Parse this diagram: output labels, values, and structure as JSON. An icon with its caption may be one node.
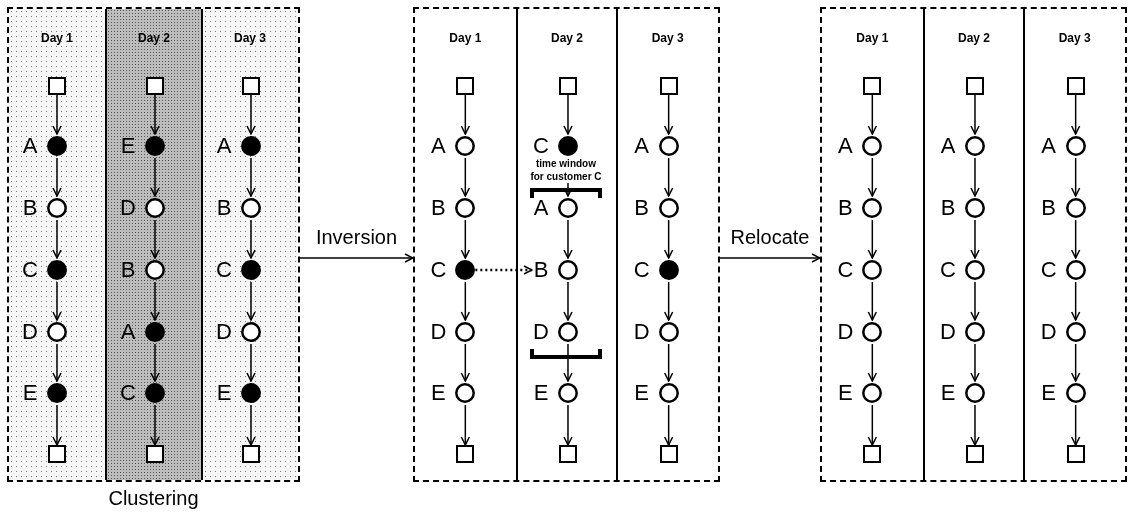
{
  "diagram": {
    "nodes": [
      {
        "text": [],
        "shape": "box",
        "beside": [
          "Clustering"
        ]
      },
      {
        "text": [
          "Day 1"
        ],
        "in": 0
      },
      {
        "text": [],
        "shape": "box",
        "in": 1
      },
      {
        "text": [
          "A"
        ],
        "in": 1
      },
      {
        "text": [
          "B"
        ],
        "in": 1
      },
      {
        "text": [
          "C"
        ],
        "in": 1
      },
      {
        "text": [
          "D"
        ],
        "in": 1
      },
      {
        "text": [
          "E"
        ],
        "in": 1
      },
      {
        "text": [],
        "shape": "box",
        "in": 1
      },
      {
        "text": [
          "Day 2"
        ],
        "in": 0
      },
      {
        "text": [],
        "shape": "box",
        "in": 9
      },
      {
        "text": [
          "E"
        ],
        "in": 9
      },
      {
        "text": [
          "D"
        ],
        "in": 9
      },
      {
        "text": [
          "B"
        ],
        "in": 9
      },
      {
        "text": [
          "A"
        ],
        "in": 9
      },
      {
        "text": [
          "C"
        ],
        "in": 9
      },
      {
        "text": [],
        "shape": "box",
        "in": 9
      },
      {
        "text": [
          "Day 3"
        ],
        "in": 0
      },
      {
        "text": [],
        "shape": "box",
        "in": 17
      },
      {
        "text": [
          "A"
        ],
        "in": 17
      },
      {
        "text": [
          "B"
        ],
        "in": 17
      },
      {
        "text": [
          "C"
        ],
        "in": 17
      },
      {
        "text": [
          "D"
        ],
        "in": 17
      },
      {
        "text": [
          "E"
        ],
        "in": 17
      },
      {
        "text": [],
        "shape": "box",
        "in": 17
      },
      {
        "text": [],
        "shape": "box"
      },
      {
        "text": [
          "Day 1"
        ],
        "in": 25
      },
      {
        "text": [],
        "shape": "box",
        "in": 26
      },
      {
        "text": [
          "A"
        ],
        "in": 26
      },
      {
        "text": [
          "B"
        ],
        "in": 26
      },
      {
        "text": [
          "C"
        ],
        "in": 26
      },
      {
        "text": [
          "D"
        ],
        "in": 26
      },
      {
        "text": [
          "E"
        ],
        "in": 26
      },
      {
        "text": [],
        "shape": "box",
        "in": 26
      },
      {
        "text": [
          "Day 2"
        ],
        "in": 25
      },
      {
        "text": [],
        "shape": "box",
        "in": 34
      },
      {
        "text": [
          "C"
        ],
        "in": 34
      },
      {
        "text": [
          "A"
        ],
        "in": 34
      },
      {
        "text": [
          "B"
        ],
        "in": 34
      },
      {
        "text": [
          "D"
        ],
        "in": 34
      },
      {
        "text": [
          "E"
        ],
        "in": 34
      },
      {
        "text": [],
        "shape": "box",
        "in": 34
      },
      {
        "text": [
          "Day 3"
        ],
        "in": 25
      },
      {
        "text": [],
        "shape": "box",
        "in": 42
      },
      {
        "text": [
          "A"
        ],
        "in": 42
      },
      {
        "text": [
          "B"
        ],
        "in": 42
      },
      {
        "text": [
          "C"
        ],
        "in": 42
      },
      {
        "text": [
          "D"
        ],
        "in": 42
      },
      {
        "text": [
          "E"
        ],
        "in": 42
      },
      {
        "text": [],
        "shape": "box",
        "in": 42
      },
      {
        "text": [],
        "shape": "box"
      },
      {
        "text": [
          "Day 1"
        ],
        "in": 50
      },
      {
        "text": [],
        "shape": "box",
        "in": 51
      },
      {
        "text": [
          "A"
        ],
        "in": 51
      },
      {
        "text": [
          "B"
        ],
        "in": 51
      },
      {
        "text": [
          "C"
        ],
        "in": 51
      },
      {
        "text": [
          "D"
        ],
        "in": 51
      },
      {
        "text": [
          "E"
        ],
        "in": 51
      },
      {
        "text": [],
        "shape": "box",
        "in": 51
      },
      {
        "text": [
          "Day 2"
        ],
        "in": 50
      },
      {
        "text": [],
        "shape": "box",
        "in": 59
      },
      {
        "text": [
          "A"
        ],
        "in": 59
      },
      {
        "text": [
          "B"
        ],
        "in": 59
      },
      {
        "text": [
          "C"
        ],
        "in": 59
      },
      {
        "text": [
          "D"
        ],
        "in": 59
      },
      {
        "text": [
          "E"
        ],
        "in": 59
      },
      {
        "text": [],
        "shape": "box",
        "in": 59
      },
      {
        "text": [
          "Day 3"
        ],
        "in": 50
      },
      {
        "text": [],
        "shape": "box",
        "in": 67
      },
      {
        "text": [
          "A"
        ],
        "in": 67
      },
      {
        "text": [
          "B"
        ],
        "in": 67
      },
      {
        "text": [
          "C"
        ],
        "in": 67
      },
      {
        "text": [
          "D"
        ],
        "in": 67
      },
      {
        "text": [
          "E"
        ],
        "in": 67
      },
      {
        "text": [],
        "shape": "box",
        "in": 67
      }
    ],
    "edges": [
      {
        "from": 2,
        "to": 3,
        "arrow": "to"
      },
      {
        "from": 3,
        "to": 4,
        "arrow": "to"
      },
      {
        "from": 4,
        "to": 5,
        "arrow": "to"
      },
      {
        "from": 5,
        "to": 6,
        "arrow": "to"
      },
      {
        "from": 6,
        "to": 7,
        "arrow": "to"
      },
      {
        "from": 7,
        "to": 8,
        "arrow": "to"
      },
      {
        "from": 10,
        "to": 11,
        "arrow": "to"
      },
      {
        "from": 11,
        "to": 12,
        "arrow": "to"
      },
      {
        "from": 12,
        "to": 13,
        "arrow": "to"
      },
      {
        "from": 13,
        "to": 14,
        "arrow": "to"
      },
      {
        "from": 14,
        "to": 15,
        "arrow": "to"
      },
      {
        "from": 15,
        "to": 16,
        "arrow": "to"
      },
      {
        "from": 18,
        "to": 19,
        "arrow": "to"
      },
      {
        "from": 19,
        "to": 20,
        "arrow": "to"
      },
      {
        "from": 20,
        "to": 21,
        "arrow": "to"
      },
      {
        "from": 21,
        "to": 22,
        "arrow": "to"
      },
      {
        "from": 22,
        "to": 23,
        "arrow": "to"
      },
      {
        "from": 23,
        "to": 24,
        "arrow": "to"
      },
      {
        "from": 0,
        "to": 25,
        "label": "Inversion",
        "arrow": "to"
      },
      {
        "from": 27,
        "to": 28,
        "arrow": "to"
      },
      {
        "from": 28,
        "to": 29,
        "arrow": "to"
      },
      {
        "from": 29,
        "to": 30,
        "arrow": "to"
      },
      {
        "from": 30,
        "to": 31,
        "arrow": "to"
      },
      {
        "from": 31,
        "to": 32,
        "arrow": "to"
      },
      {
        "from": 32,
        "to": 33,
        "arrow": "to"
      },
      {
        "from": 35,
        "to": 36,
        "arrow": "to"
      },
      {
        "from": 36,
        "to": 37,
        "arrow": "to"
      },
      {
        "from": 37,
        "to": 38,
        "arrow": "to"
      },
      {
        "from": 38,
        "to": 39,
        "arrow": "to"
      },
      {
        "from": 39,
        "to": 40,
        "arrow": "to"
      },
      {
        "from": 40,
        "to": 41,
        "arrow": "to"
      },
      {
        "from": 43,
        "to": 44,
        "arrow": "to"
      },
      {
        "from": 44,
        "to": 45,
        "arrow": "to"
      },
      {
        "from": 45,
        "to": 46,
        "arrow": "to"
      },
      {
        "from": 46,
        "to": 47,
        "arrow": "to"
      },
      {
        "from": 47,
        "to": 48,
        "arrow": "to"
      },
      {
        "from": 48,
        "to": 49,
        "arrow": "to"
      },
      {
        "from": 30,
        "to": 38,
        "arrow": "to",
        "style": "dashed"
      },
      {
        "from": 25,
        "to": 50,
        "label": "Relocate",
        "arrow": "to"
      },
      {
        "from": 52,
        "to": 53,
        "arrow": "to"
      },
      {
        "from": 53,
        "to": 54,
        "arrow": "to"
      },
      {
        "from": 54,
        "to": 55,
        "arrow": "to"
      },
      {
        "from": 55,
        "to": 56,
        "arrow": "to"
      },
      {
        "from": 56,
        "to": 57,
        "arrow": "to"
      },
      {
        "from": 57,
        "to": 58,
        "arrow": "to"
      },
      {
        "from": 60,
        "to": 61,
        "arrow": "to"
      },
      {
        "from": 61,
        "to": 62,
        "arrow": "to"
      },
      {
        "from": 62,
        "to": 63,
        "arrow": "to"
      },
      {
        "from": 63,
        "to": 64,
        "arrow": "to"
      },
      {
        "from": 64,
        "to": 65,
        "arrow": "to"
      },
      {
        "from": 65,
        "to": 66,
        "arrow": "to"
      },
      {
        "from": 68,
        "to": 69,
        "arrow": "to"
      },
      {
        "from": 69,
        "to": 70,
        "arrow": "to"
      },
      {
        "from": 70,
        "to": 71,
        "arrow": "to"
      },
      {
        "from": 71,
        "to": 72,
        "arrow": "to"
      },
      {
        "from": 72,
        "to": 73,
        "arrow": "to"
      },
      {
        "from": 73,
        "to": 74,
        "arrow": "to"
      }
    ],
    "labels": [
      "time window for customer C"
    ]
  }
}
